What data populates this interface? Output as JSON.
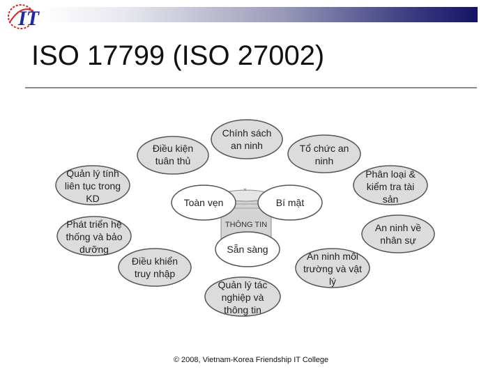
{
  "slide": {
    "title": "ISO 17799 (ISO 27002)",
    "footer": "© 2008, Vietnam-Korea Friendship IT College"
  },
  "logo": {
    "text": "IT",
    "icon": "vkit-logo-icon",
    "color": "#1e2aa8",
    "accent": "#d42020"
  },
  "colors": {
    "ellipse_fill": "#dcdcdc",
    "ellipse_stroke": "#555555",
    "center_fill": "#ffffff"
  },
  "diagram": {
    "center": {
      "top": "Toàn vẹn",
      "right": "Bí mật",
      "bottom": "Sẵn sàng",
      "core": "THÔNG TIN"
    },
    "domains": [
      {
        "id": "chinh-sach-an-ninh",
        "lines": [
          "Chính sách",
          "an ninh"
        ]
      },
      {
        "id": "to-chuc-an-ninh",
        "lines": [
          "Tổ chức an",
          "ninh"
        ]
      },
      {
        "id": "phan-loai-kiem-tra-tai-san",
        "lines": [
          "Phân loại &",
          "kiểm tra tài",
          "sản"
        ]
      },
      {
        "id": "an-ninh-ve-nhan-su",
        "lines": [
          "An ninh về",
          "nhân sự"
        ]
      },
      {
        "id": "an-ninh-moi-truong-vat-ly",
        "lines": [
          "An ninh môi",
          "trường và vật",
          "lý"
        ]
      },
      {
        "id": "quan-ly-tac-nghiep-thong-tin",
        "lines": [
          "Quản lý tác",
          "nghiệp và",
          "thông tin"
        ]
      },
      {
        "id": "dieu-khien-truy-nhap",
        "lines": [
          "Điều khiển",
          "truy nhập"
        ]
      },
      {
        "id": "phat-trien-he-thong-bao-duong",
        "lines": [
          "Phát triển hệ",
          "thống và bảo",
          "dưỡng"
        ]
      },
      {
        "id": "quan-ly-tinh-lien-tuc-kd",
        "lines": [
          "Quản lý tính",
          "liên tục trong",
          "KD"
        ]
      },
      {
        "id": "dieu-kien-tuan-thu",
        "lines": [
          "Điều kiện",
          "tuân thủ"
        ]
      }
    ]
  }
}
